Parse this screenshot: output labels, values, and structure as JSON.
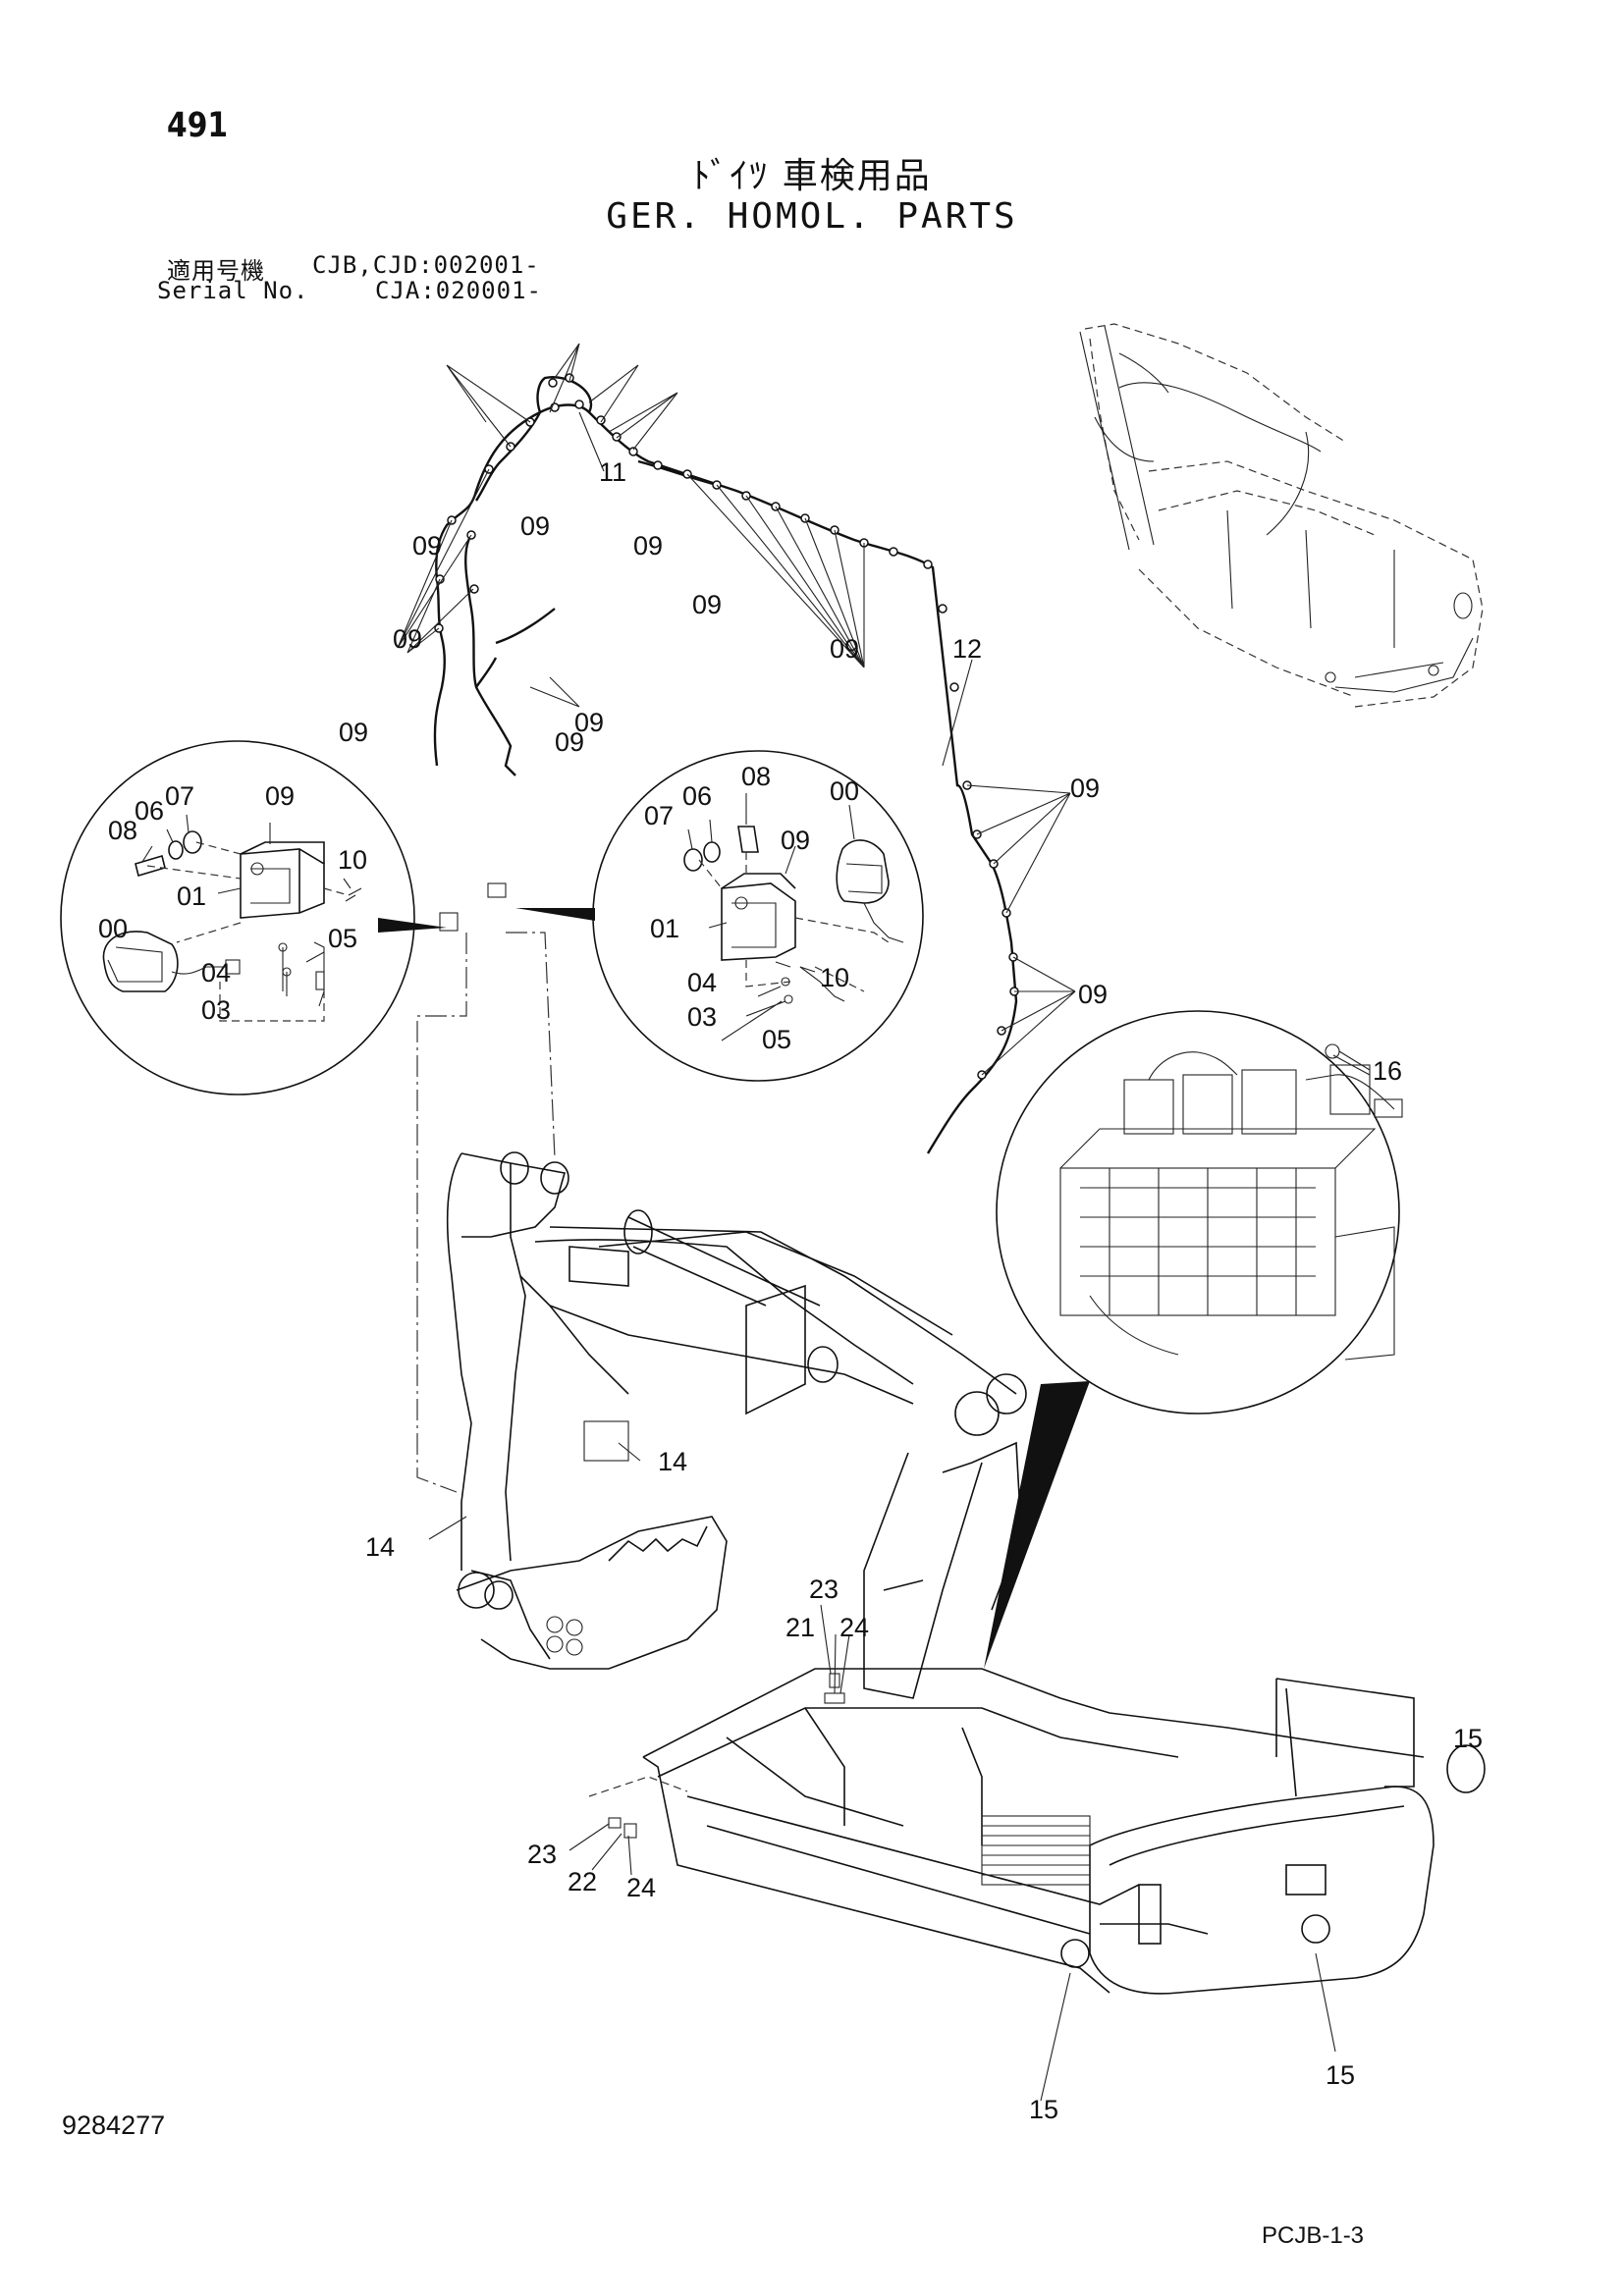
{
  "header": {
    "page_number": "491",
    "title_jp": "ﾄﾞｲﾂ 車検用品",
    "title_en": "GER.  HOMOL.  PARTS",
    "serial_label_jp": "適用号機",
    "serial_code_1": "CJB,CJD:002001-",
    "serial_label_en": "Serial No.",
    "serial_code_2": "CJA:020001-"
  },
  "footer": {
    "illustration_number": "9284277",
    "page_ref": "PCJB-1-3"
  },
  "callouts": [
    {
      "label": "11"
    },
    {
      "label": "09"
    },
    {
      "label": "09"
    },
    {
      "label": "09"
    },
    {
      "label": "09"
    },
    {
      "label": "09"
    },
    {
      "label": "09"
    },
    {
      "label": "09"
    },
    {
      "label": "09"
    },
    {
      "label": "09"
    },
    {
      "label": "09"
    },
    {
      "label": "09"
    },
    {
      "label": "12"
    },
    {
      "label": "07"
    },
    {
      "label": "06"
    },
    {
      "label": "08"
    },
    {
      "label": "09"
    },
    {
      "label": "10"
    },
    {
      "label": "01"
    },
    {
      "label": "00"
    },
    {
      "label": "05"
    },
    {
      "label": "04"
    },
    {
      "label": "03"
    },
    {
      "label": "07"
    },
    {
      "label": "06"
    },
    {
      "label": "08"
    },
    {
      "label": "00"
    },
    {
      "label": "09"
    },
    {
      "label": "01"
    },
    {
      "label": "10"
    },
    {
      "label": "04"
    },
    {
      "label": "03"
    },
    {
      "label": "05"
    },
    {
      "label": "16"
    },
    {
      "label": "14"
    },
    {
      "label": "14"
    },
    {
      "label": "23"
    },
    {
      "label": "21"
    },
    {
      "label": "24"
    },
    {
      "label": "23"
    },
    {
      "label": "22"
    },
    {
      "label": "24"
    },
    {
      "label": "15"
    },
    {
      "label": "15"
    },
    {
      "label": "15"
    }
  ],
  "part_numbers": [
    "00",
    "01",
    "03",
    "04",
    "05",
    "06",
    "07",
    "08",
    "09",
    "10",
    "11",
    "12",
    "14",
    "15",
    "16",
    "21",
    "22",
    "23",
    "24"
  ]
}
